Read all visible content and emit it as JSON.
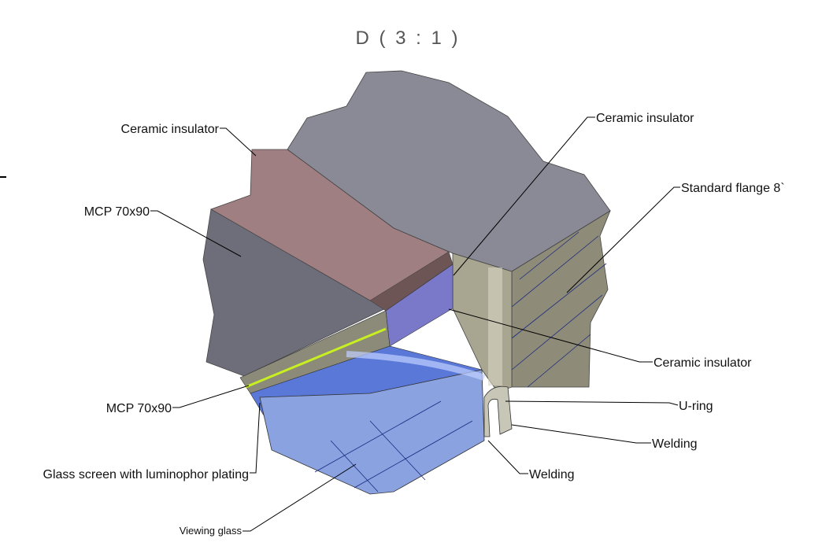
{
  "title": "D ( 3 : 1 )",
  "labels": {
    "ceramic_insulator_top_left": "Ceramic insulator",
    "mcp_upper": "MCP 70x90",
    "mcp_lower": "MCP 70x90",
    "glass_screen": "Glass screen with luminophor plating",
    "viewing_glass": "Viewing glass",
    "ceramic_insulator_top_right": "Ceramic insulator",
    "standard_flange": "Standard flange 8`",
    "ceramic_insulator_right": "Ceramic insulator",
    "u_ring": "U-ring",
    "welding_right": "Welding",
    "welding_bottom": "Welding"
  },
  "colors": {
    "flange_top": "#8a8a96",
    "flange_side": "#8e8b78",
    "ceramic": "#a07f82",
    "mcp": "#6e6e78",
    "glass": "#8aa2e0",
    "glass_dark": "#5a78d8",
    "phosphor": "#c8f020"
  }
}
